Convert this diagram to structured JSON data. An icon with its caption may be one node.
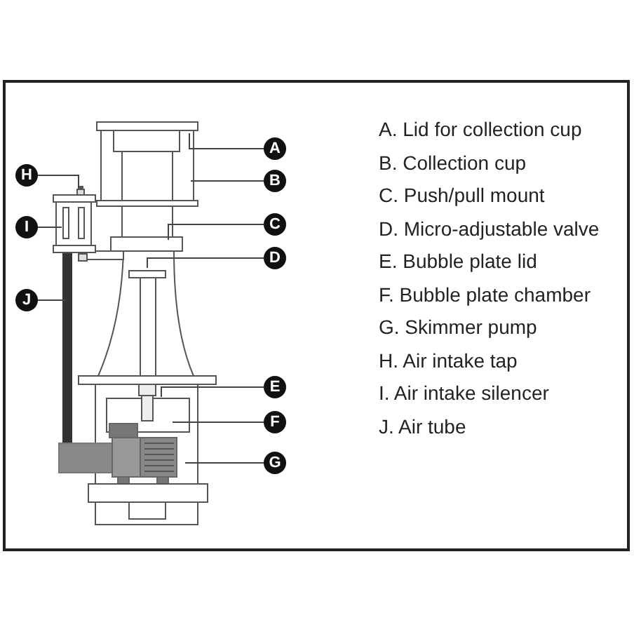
{
  "diagram": {
    "nodes": [
      {
        "text": [
          "A"
        ]
      },
      {
        "text": [
          "H"
        ]
      },
      {
        "text": [
          "B"
        ]
      },
      {
        "text": [
          "I"
        ]
      },
      {
        "text": [
          "C"
        ]
      },
      {
        "text": [
          "D"
        ]
      },
      {
        "text": [
          "J"
        ]
      },
      {
        "text": [
          "E"
        ]
      },
      {
        "text": [
          "F"
        ]
      },
      {
        "text": [
          "G"
        ]
      }
    ],
    "edges": [
      {
        "from": 0,
        "to": null,
        "arrow": "none"
      },
      {
        "from": 1,
        "to": null,
        "arrow": "none"
      },
      {
        "from": 2,
        "to": null,
        "arrow": "none"
      },
      {
        "from": 3,
        "to": null,
        "arrow": "none"
      },
      {
        "from": 4,
        "to": null,
        "arrow": "none"
      },
      {
        "from": 5,
        "to": null,
        "arrow": "none"
      },
      {
        "from": 6,
        "to": null,
        "arrow": "none"
      },
      {
        "from": 7,
        "to": null,
        "arrow": "none"
      },
      {
        "from": 8,
        "to": null,
        "arrow": "none"
      },
      {
        "from": 9,
        "to": null,
        "arrow": "none"
      }
    ],
    "labels": [
      "A. Lid for collection cup",
      "B. Collection cup",
      "C. Push/pull mount",
      "D. Micro-adjustable valve",
      "E. Bubble plate lid",
      "F. Bubble plate chamber",
      "G. Skimmer pump",
      "H. Air intake tap",
      "I. Air intake silencer",
      "J. Air tube"
    ]
  }
}
